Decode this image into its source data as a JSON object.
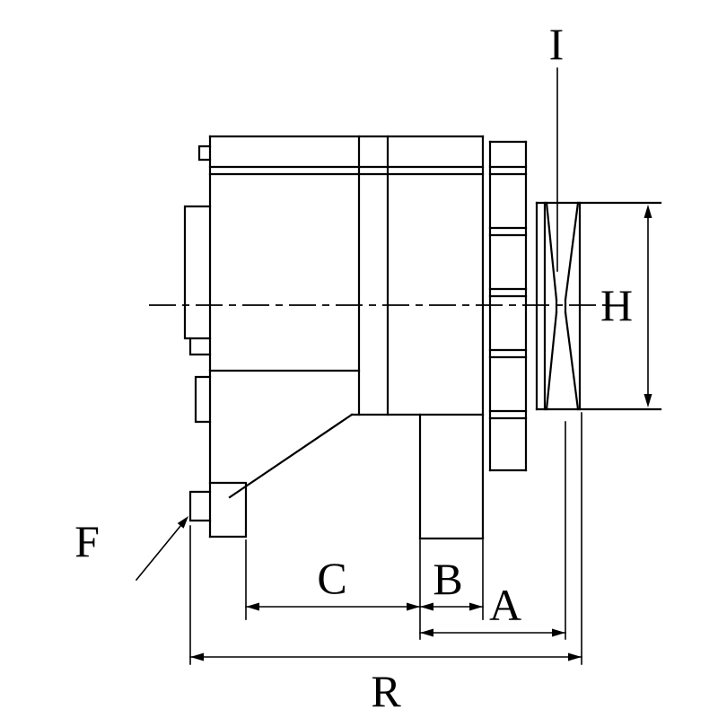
{
  "colors": {
    "line": "#000000",
    "background": "#ffffff"
  },
  "labels": {
    "i": "I",
    "h": "H",
    "f": "F",
    "c": "C",
    "b": "B",
    "a": "A",
    "r": "R"
  }
}
